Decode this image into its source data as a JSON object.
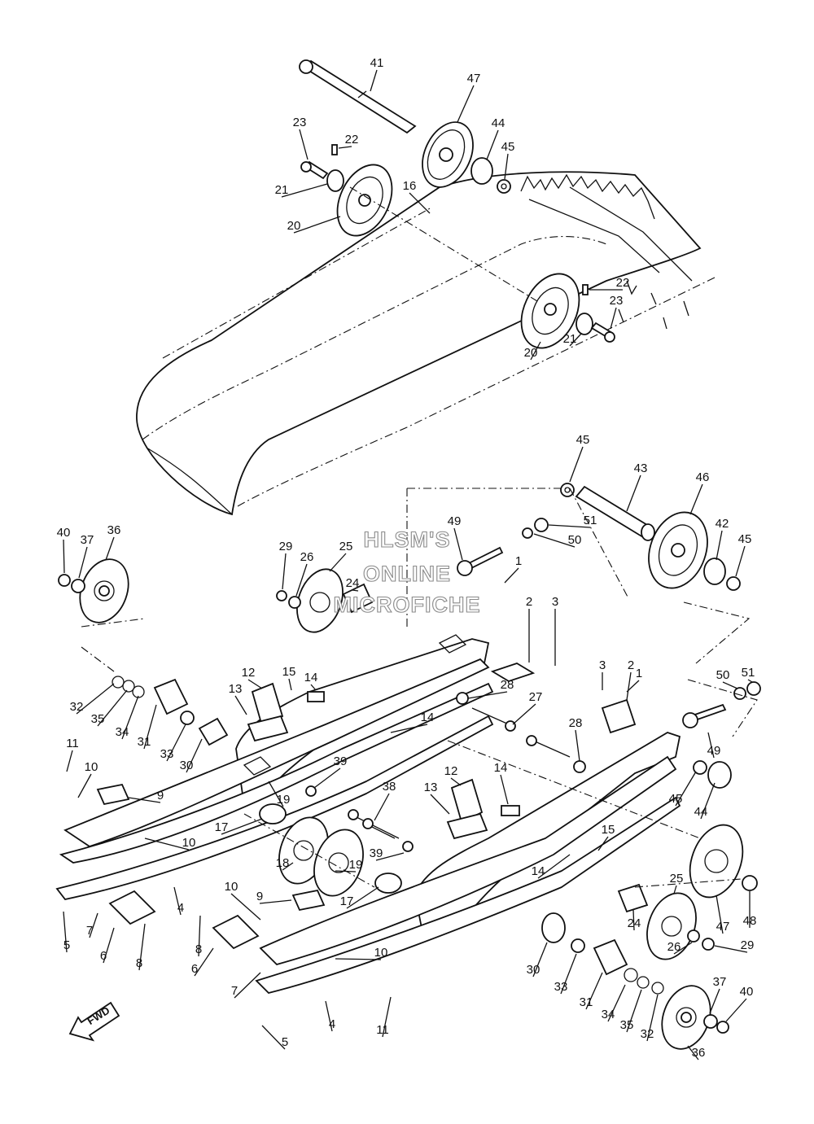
{
  "watermark": {
    "line1": "HLSM'S",
    "line2": "ONLINE",
    "line3": "MICROFICHE"
  },
  "direction_label": "FWD",
  "callouts": [
    {
      "id": "c41a",
      "label": "41"
    },
    {
      "id": "c47a",
      "label": "47"
    },
    {
      "id": "c23a",
      "label": "23"
    },
    {
      "id": "c22a",
      "label": "22"
    },
    {
      "id": "c44a",
      "label": "44"
    },
    {
      "id": "c45a",
      "label": "45"
    },
    {
      "id": "c21a",
      "label": "21"
    },
    {
      "id": "c16",
      "label": "16"
    },
    {
      "id": "c20a",
      "label": "20"
    },
    {
      "id": "c22b",
      "label": "22"
    },
    {
      "id": "c23b",
      "label": "23"
    },
    {
      "id": "c20b",
      "label": "20"
    },
    {
      "id": "c21b",
      "label": "21"
    },
    {
      "id": "c45b",
      "label": "45"
    },
    {
      "id": "c43",
      "label": "43"
    },
    {
      "id": "c46",
      "label": "46"
    },
    {
      "id": "c49a",
      "label": "49"
    },
    {
      "id": "c51a",
      "label": "51"
    },
    {
      "id": "c50a",
      "label": "50"
    },
    {
      "id": "c42",
      "label": "42"
    },
    {
      "id": "c45c",
      "label": "45"
    },
    {
      "id": "c40a",
      "label": "40"
    },
    {
      "id": "c37a",
      "label": "37"
    },
    {
      "id": "c36a",
      "label": "36"
    },
    {
      "id": "c29a",
      "label": "29"
    },
    {
      "id": "c26a",
      "label": "26"
    },
    {
      "id": "c25a",
      "label": "25"
    },
    {
      "id": "c24a",
      "label": "24"
    },
    {
      "id": "c1a",
      "label": "1"
    },
    {
      "id": "c2a",
      "label": "2"
    },
    {
      "id": "c3a",
      "label": "3"
    },
    {
      "id": "c12a",
      "label": "12"
    },
    {
      "id": "c15a",
      "label": "15"
    },
    {
      "id": "c14a",
      "label": "14"
    },
    {
      "id": "c13a",
      "label": "13"
    },
    {
      "id": "c1b",
      "label": "1"
    },
    {
      "id": "c3b",
      "label": "3"
    },
    {
      "id": "c2b",
      "label": "2"
    },
    {
      "id": "c50b",
      "label": "50"
    },
    {
      "id": "c51b",
      "label": "51"
    },
    {
      "id": "c32a",
      "label": "32"
    },
    {
      "id": "c35a",
      "label": "35"
    },
    {
      "id": "c34a",
      "label": "34"
    },
    {
      "id": "c31a",
      "label": "31"
    },
    {
      "id": "c33a",
      "label": "33"
    },
    {
      "id": "c30a",
      "label": "30"
    },
    {
      "id": "c28a",
      "label": "28"
    },
    {
      "id": "c27",
      "label": "27"
    },
    {
      "id": "c14b",
      "label": "14"
    },
    {
      "id": "c28b",
      "label": "28"
    },
    {
      "id": "c49b",
      "label": "49"
    },
    {
      "id": "c11a",
      "label": "11"
    },
    {
      "id": "c10a",
      "label": "10"
    },
    {
      "id": "c9a",
      "label": "9"
    },
    {
      "id": "c39a",
      "label": "39"
    },
    {
      "id": "c19a",
      "label": "19"
    },
    {
      "id": "c12b",
      "label": "12"
    },
    {
      "id": "c14c",
      "label": "14"
    },
    {
      "id": "c38",
      "label": "38"
    },
    {
      "id": "c13b",
      "label": "13"
    },
    {
      "id": "c45d",
      "label": "45"
    },
    {
      "id": "c44b",
      "label": "44"
    },
    {
      "id": "c17a",
      "label": "17"
    },
    {
      "id": "c10b",
      "label": "10"
    },
    {
      "id": "c18",
      "label": "18"
    },
    {
      "id": "c39b",
      "label": "39"
    },
    {
      "id": "c19b",
      "label": "19"
    },
    {
      "id": "c15b",
      "label": "15"
    },
    {
      "id": "c14d",
      "label": "14"
    },
    {
      "id": "c25b",
      "label": "25"
    },
    {
      "id": "c48",
      "label": "48"
    },
    {
      "id": "c47b",
      "label": "47"
    },
    {
      "id": "c4a",
      "label": "4"
    },
    {
      "id": "c7a",
      "label": "7"
    },
    {
      "id": "c10c",
      "label": "10"
    },
    {
      "id": "c9b",
      "label": "9"
    },
    {
      "id": "c17b",
      "label": "17"
    },
    {
      "id": "c24b",
      "label": "24"
    },
    {
      "id": "c26b",
      "label": "26"
    },
    {
      "id": "c29b",
      "label": "29"
    },
    {
      "id": "c8a",
      "label": "8"
    },
    {
      "id": "c5a",
      "label": "5"
    },
    {
      "id": "c6a",
      "label": "6"
    },
    {
      "id": "c8b",
      "label": "8"
    },
    {
      "id": "c6b",
      "label": "6"
    },
    {
      "id": "c10d",
      "label": "10"
    },
    {
      "id": "c7b",
      "label": "7"
    },
    {
      "id": "c30b",
      "label": "30"
    },
    {
      "id": "c33b",
      "label": "33"
    },
    {
      "id": "c31b",
      "label": "31"
    },
    {
      "id": "c34b",
      "label": "34"
    },
    {
      "id": "c35b",
      "label": "35"
    },
    {
      "id": "c32b",
      "label": "32"
    },
    {
      "id": "c37b",
      "label": "37"
    },
    {
      "id": "c40b",
      "label": "40"
    },
    {
      "id": "c36b",
      "label": "36"
    },
    {
      "id": "c4b",
      "label": "4"
    },
    {
      "id": "c11b",
      "label": "11"
    },
    {
      "id": "c5b",
      "label": "5"
    }
  ]
}
